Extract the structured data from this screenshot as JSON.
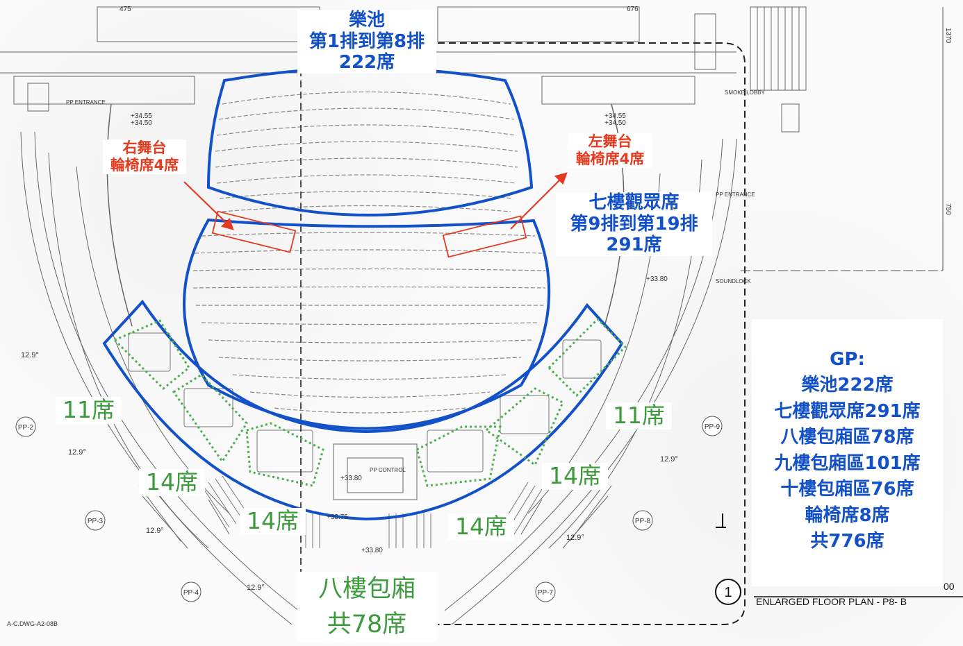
{
  "orchestra": {
    "line1": "樂池",
    "line2": "第1排到第8排",
    "line3": "222席"
  },
  "stage_right": {
    "line1": "右舞台",
    "line2": "輪椅席4席"
  },
  "stage_left": {
    "line1": "左舞台",
    "line2": "輪椅席4席"
  },
  "floor7": {
    "line1": "七樓觀眾席",
    "line2": "第9排到第19排",
    "line3": "291席"
  },
  "boxes": {
    "left_outer": "11席",
    "right_outer": "11席",
    "left_mid": "14席",
    "left_inner": "14席",
    "right_inner": "14席",
    "right_mid": "14席"
  },
  "floor8": {
    "line1": "八樓包廂",
    "line2": "共78席"
  },
  "summary": {
    "title": "GP:",
    "lines": [
      "樂池222席",
      "七樓觀眾席291席",
      "八樓包廂區78席",
      "九樓包廂區101席",
      "十樓包廂區76席",
      "輪椅席8席",
      "共776席"
    ]
  },
  "drawing": {
    "plan_title": "ENLARGED FLOOR PLAN - P8- B",
    "plan_number": "1",
    "sheet_ref": "A-C.DWG-A2-08B",
    "corner_code": "00",
    "dim_top_left": "475",
    "dim_top_right": "676",
    "dim_side_1": "1370",
    "dim_side_2": "750",
    "grid_labels": [
      "PP-2",
      "PP-3",
      "PP-4",
      "PP-7",
      "PP-8",
      "PP-9"
    ],
    "angle_labels": [
      "12.9°",
      "12.9°",
      "12.9°",
      "12.9°",
      "12.9°",
      "12.9°"
    ],
    "elev_labels": [
      "+34.55",
      "+34.50",
      "+34.55",
      "+34.50",
      "+33.80",
      "+33.80",
      "+33.80",
      "+33.75"
    ],
    "room_labels": [
      "PP ENTRANCE",
      "PP ENTRANCE",
      "SOUNDLOCK",
      "SMOKE LOBBY",
      "PP CONTROL"
    ]
  },
  "colors": {
    "blue": "#1351c8",
    "red": "#e33b1f",
    "green": "#3d9b3d",
    "green_dotted": "#4caf50",
    "linework": "#555555"
  }
}
